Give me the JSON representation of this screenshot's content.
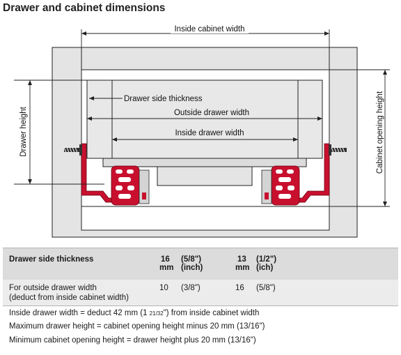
{
  "title": "Drawer and cabinet dimensions",
  "diagram": {
    "inside_cabinet_width": "Inside cabinet width",
    "drawer_side_thickness": "Drawer side thickness",
    "outside_drawer_width": "Outside drawer width",
    "inside_drawer_width": "Inside drawer width",
    "drawer_height": "Drawer height",
    "cabinet_opening_height": "Cabinet opening height"
  },
  "table": {
    "header_label": "Drawer side thickness",
    "col1": {
      "mm": "16",
      "mm_unit": "mm",
      "inch": "(5/8\")",
      "inch_unit": "(inch)"
    },
    "col2": {
      "mm": "13",
      "mm_unit": "mm",
      "inch": "(1/2\")",
      "inch_unit": "(ich)"
    },
    "row_label_1": "For outside drawer width",
    "row_label_2": "(deduct from inside cabinet width)",
    "row_col1_mm": "10",
    "row_col1_inch": "(3/8\")",
    "row_col2_mm": "16",
    "row_col2_inch": "(5/8\")"
  },
  "notes": {
    "line1_a": "Inside drawer width = deduct 42 mm (1 ",
    "line1_frac": "21/32",
    "line1_b": "\") from inside cabinet width",
    "line2": "Maximum drawer height = cabinet opening height minus 20 mm (13/16\")",
    "line3": "Minimum cabinet opening height = drawer height plus 20 mm (13/16\")"
  },
  "colors": {
    "cabinet_gray": "#e4e4e4",
    "slide_red": "#c8102e",
    "line": "#222222"
  }
}
